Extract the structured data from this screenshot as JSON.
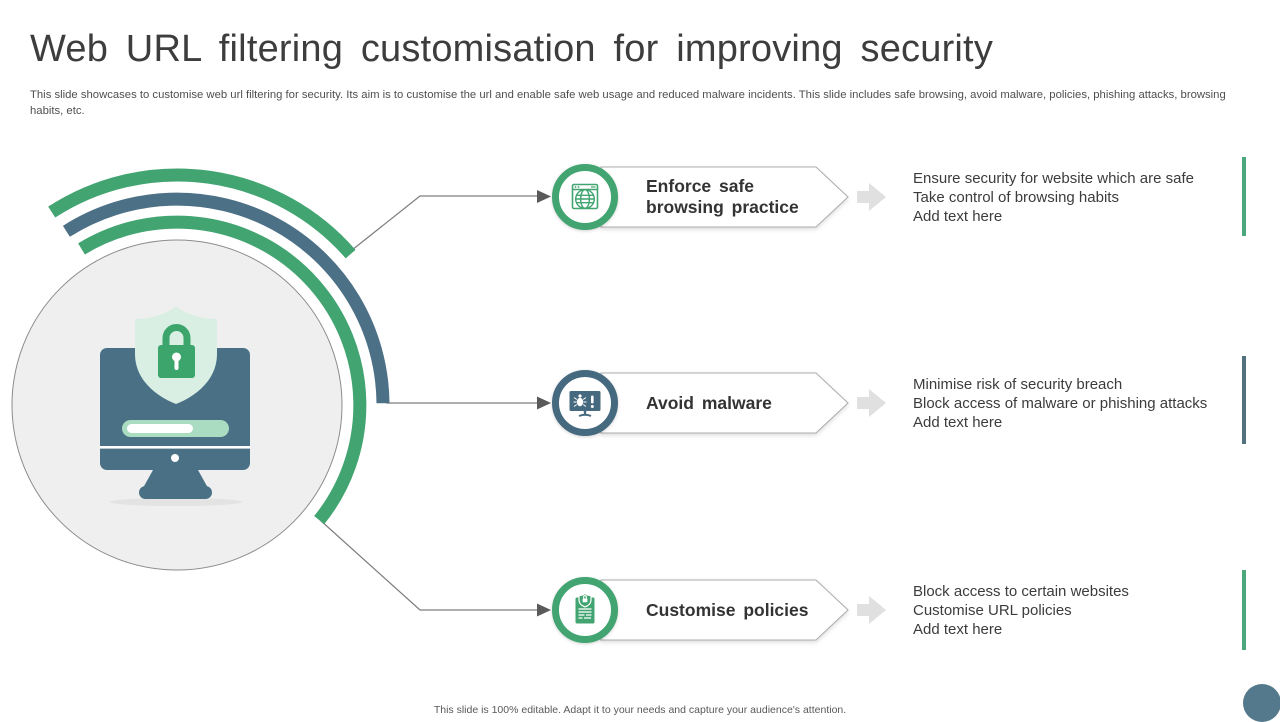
{
  "slide": {
    "title": "Web URL filtering customisation for improving security",
    "description": "This slide showcases to customise web url filtering for security. Its aim is to customise the url and enable safe web usage and reduced malware incidents. This slide includes safe browsing, avoid malware, policies, phishing attacks, browsing habits, etc.",
    "footer": "This slide is 100% editable. Adapt it to your needs and capture your audience's attention."
  },
  "colors": {
    "green": "#41A471",
    "blue_gray": "#4A7086",
    "light_mint": "#D9EFE3",
    "circle_fill": "#EFEFEF",
    "banner_border": "#ACACAC",
    "bar_green": "#4CA87C",
    "bar_blue": "#53717F"
  },
  "center_graphic": {
    "icons": [
      "secure-monitor-icon",
      "shield-lock-icon"
    ]
  },
  "rows": [
    {
      "label": "Enforce safe browsing practice",
      "icon": "globe-browser-icon",
      "points": {
        "0": "Ensure security for website which are safe",
        "1": "Take control of browsing habits",
        "2": "Add text here"
      }
    },
    {
      "label": "Avoid malware",
      "icon": "malware-alert-icon",
      "points": {
        "0": "Minimise risk of security breach",
        "1": "Block access of malware or phishing attacks",
        "2": "Add text here"
      }
    },
    {
      "label": "Customise policies",
      "icon": "policy-document-icon",
      "points": {
        "0": "Block access to certain websites",
        "1": "Customise URL policies",
        "2": "Add text here"
      }
    }
  ]
}
